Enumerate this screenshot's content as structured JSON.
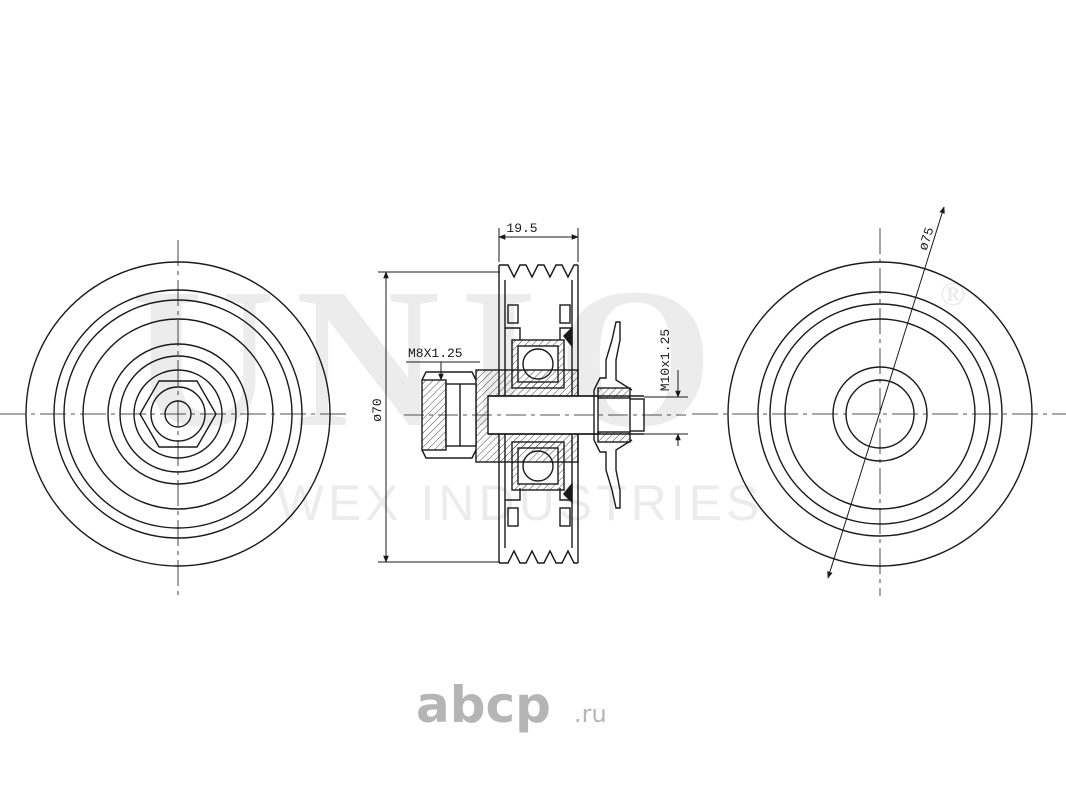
{
  "watermark": {
    "brand": "UNIO",
    "registered": "®",
    "subtitle": "WEX INDUSTRIES"
  },
  "dimensions": {
    "width_label": "19.5",
    "outer_diameter_label": "ø70",
    "bolt_thread_label": "M8X1.25",
    "shaft_thread_label": "M10x1.25",
    "pulley_diameter_label": "ø75"
  },
  "site_logo": {
    "name": "abcp",
    "tld": ".ru"
  },
  "colors": {
    "line": "#1a1a1a",
    "watermark": "#ececec",
    "logo": "#b5b5b5"
  }
}
